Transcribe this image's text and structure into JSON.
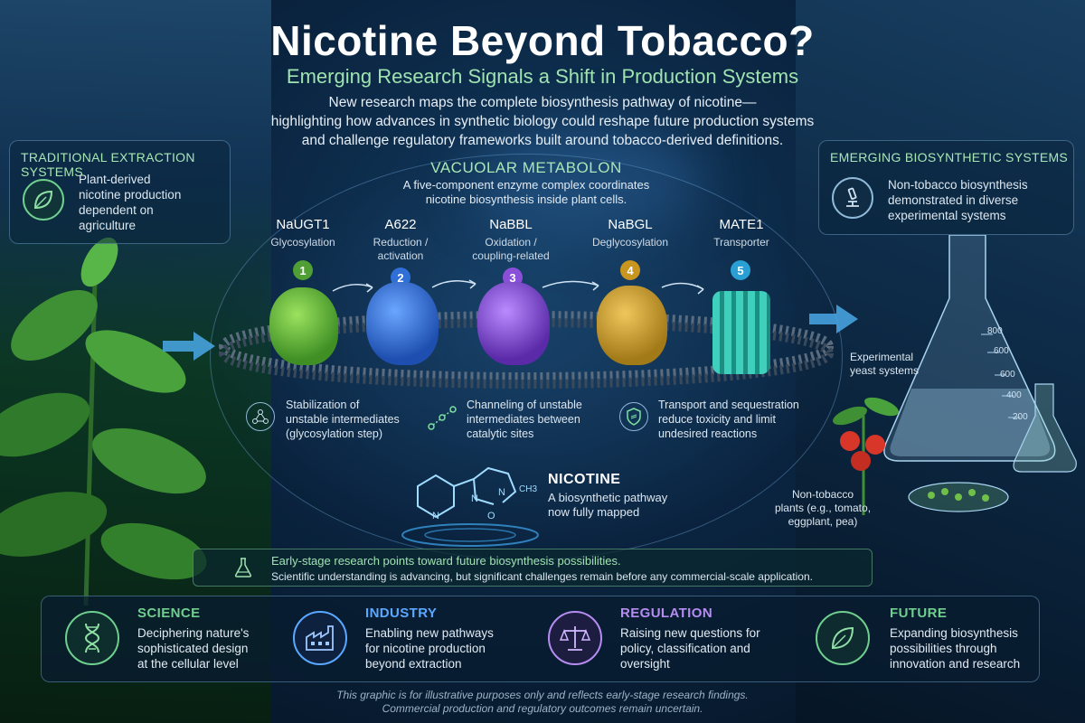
{
  "header": {
    "title": "Nicotine Beyond Tobacco?",
    "subtitle": "Emerging Research Signals a Shift in Production Systems",
    "intro_lines": [
      "New research maps the complete biosynthesis pathway of nicotine—",
      "highlighting how advances in synthetic biology could reshape future production systems",
      "and challenge regulatory frameworks built around tobacco-derived definitions."
    ]
  },
  "left_panel": {
    "title": "TRADITIONAL EXTRACTION SYSTEMS",
    "icon": "leaf-icon",
    "text_lines": [
      "Plant-derived",
      "nicotine production",
      "dependent on",
      "agriculture"
    ]
  },
  "right_panel": {
    "title": "EMERGING BIOSYNTHETIC SYSTEMS",
    "icon": "microscope-icon",
    "text_lines": [
      "Non-tobacco biosynthesis",
      "demonstrated in diverse",
      "experimental systems"
    ],
    "yeast_label_lines": [
      "Experimental",
      "yeast systems"
    ],
    "plants_label_lines": [
      "Non-tobacco",
      "plants (e.g., tomato,",
      "eggplant, pea)"
    ],
    "flask_ticks": [
      "800",
      "600",
      "600",
      "400",
      "200"
    ]
  },
  "metabolon": {
    "title": "VACUOLAR METABOLON",
    "description_lines": [
      "A five-component enzyme complex coordinates",
      "nicotine biosynthesis inside plant cells."
    ],
    "enzymes": [
      {
        "name": "NaUGT1",
        "role_lines": [
          "Glycosylation"
        ],
        "step": "1",
        "color": "#5fbf3a"
      },
      {
        "name": "A622",
        "role_lines": [
          "Reduction /",
          "activation"
        ],
        "step": "2",
        "color": "#2f6fd6"
      },
      {
        "name": "NaBBL",
        "role_lines": [
          "Oxidation /",
          "coupling-related"
        ],
        "step": "3",
        "color": "#8a4fd8"
      },
      {
        "name": "NaBGL",
        "role_lines": [
          "Deglycosylation"
        ],
        "step": "4",
        "color": "#d6a52f"
      },
      {
        "name": "MATE1",
        "role_lines": [
          "Transporter"
        ],
        "step": "5",
        "color": "#2fb8a8"
      }
    ],
    "features": [
      {
        "icon": "molecule-icon",
        "lines": [
          "Stabilization of",
          "unstable intermediates",
          "(glycosylation step)"
        ]
      },
      {
        "icon": "channel-icon",
        "lines": [
          "Channeling of unstable",
          "intermediates between",
          "catalytic sites"
        ]
      },
      {
        "icon": "shield-icon",
        "lines": [
          "Transport and sequestration",
          "reduce toxicity and limit",
          "undesired reactions"
        ]
      }
    ]
  },
  "nicotine": {
    "title": "NICOTINE",
    "desc_lines": [
      "A biosynthetic pathway",
      "now fully mapped"
    ],
    "structure_labels": {
      "n1": "N",
      "n2": "N",
      "n3": "N",
      "o": "O",
      "ch3": "CH3"
    }
  },
  "callout": {
    "icon": "flask-icon",
    "headline": "Early-stage research points toward future biosynthesis possibilities.",
    "subline": "Scientific understanding is advancing, but significant challenges remain before any commercial-scale application."
  },
  "categories": [
    {
      "title": "SCIENCE",
      "icon": "dna-icon",
      "color": "#6fcf8e",
      "lines": [
        "Deciphering nature's",
        "sophisticated design",
        "at the cellular level"
      ]
    },
    {
      "title": "INDUSTRY",
      "icon": "factory-icon",
      "color": "#5aa8ff",
      "lines": [
        "Enabling new pathways",
        "for nicotine production",
        "beyond extraction"
      ]
    },
    {
      "title": "REGULATION",
      "icon": "scales-icon",
      "color": "#b58cf0",
      "lines": [
        "Raising new questions for",
        "policy, classification and",
        "oversight"
      ]
    },
    {
      "title": "FUTURE",
      "icon": "leaf-icon",
      "color": "#6fcf8e",
      "lines": [
        "Expanding biosynthesis",
        "possibilities through",
        "innovation and research"
      ]
    }
  ],
  "disclaimer_lines": [
    "This graphic is for illustrative purposes only and reflects early-stage research findings.",
    "Commercial production and regulatory outcomes remain uncertain."
  ]
}
